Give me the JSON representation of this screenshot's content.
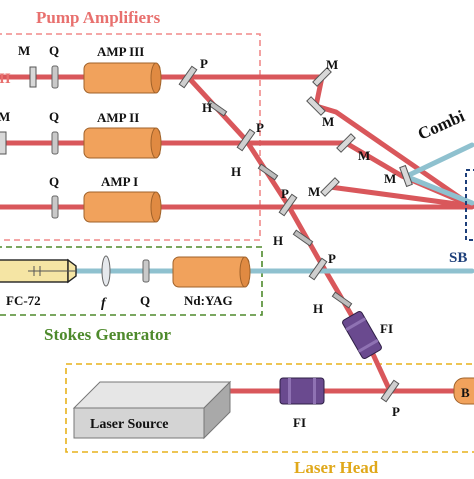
{
  "colors": {
    "pump_box": "#f08a8a",
    "pump_title": "#e8706e",
    "stokes_box": "#4e8a2c",
    "stokes_title": "#4e8a2c",
    "head_box": "#e7b21b",
    "head_title": "#e0a81a",
    "beam_red": "#d9575b",
    "beam_teal": "#8fc1cf",
    "amp_fill": "#f1a25c",
    "fi_fill": "#6a4a8f",
    "accent_blue": "#1d3f7a"
  },
  "groups": {
    "pump_amplifiers": "Pump Amplifiers",
    "stokes_generator": "Stokes Generator",
    "laser_head": "Laser Head"
  },
  "components": {
    "amp3": "AMP III",
    "amp2": "AMP II",
    "amp1": "AMP I",
    "ndyag": "Nd:YAG",
    "fc72": "FC-72",
    "lens": "f",
    "laser_source": "Laser Source",
    "fi_lower": "FI",
    "fi_upper": "FI",
    "left_edge_label": "II",
    "combiner_partial": "Combi",
    "sbs_partial": "SB",
    "beam_dump_partial": "B"
  },
  "marks": {
    "mirror": "M",
    "qwp": "Q",
    "polarizer": "P",
    "halfwave": "H"
  }
}
